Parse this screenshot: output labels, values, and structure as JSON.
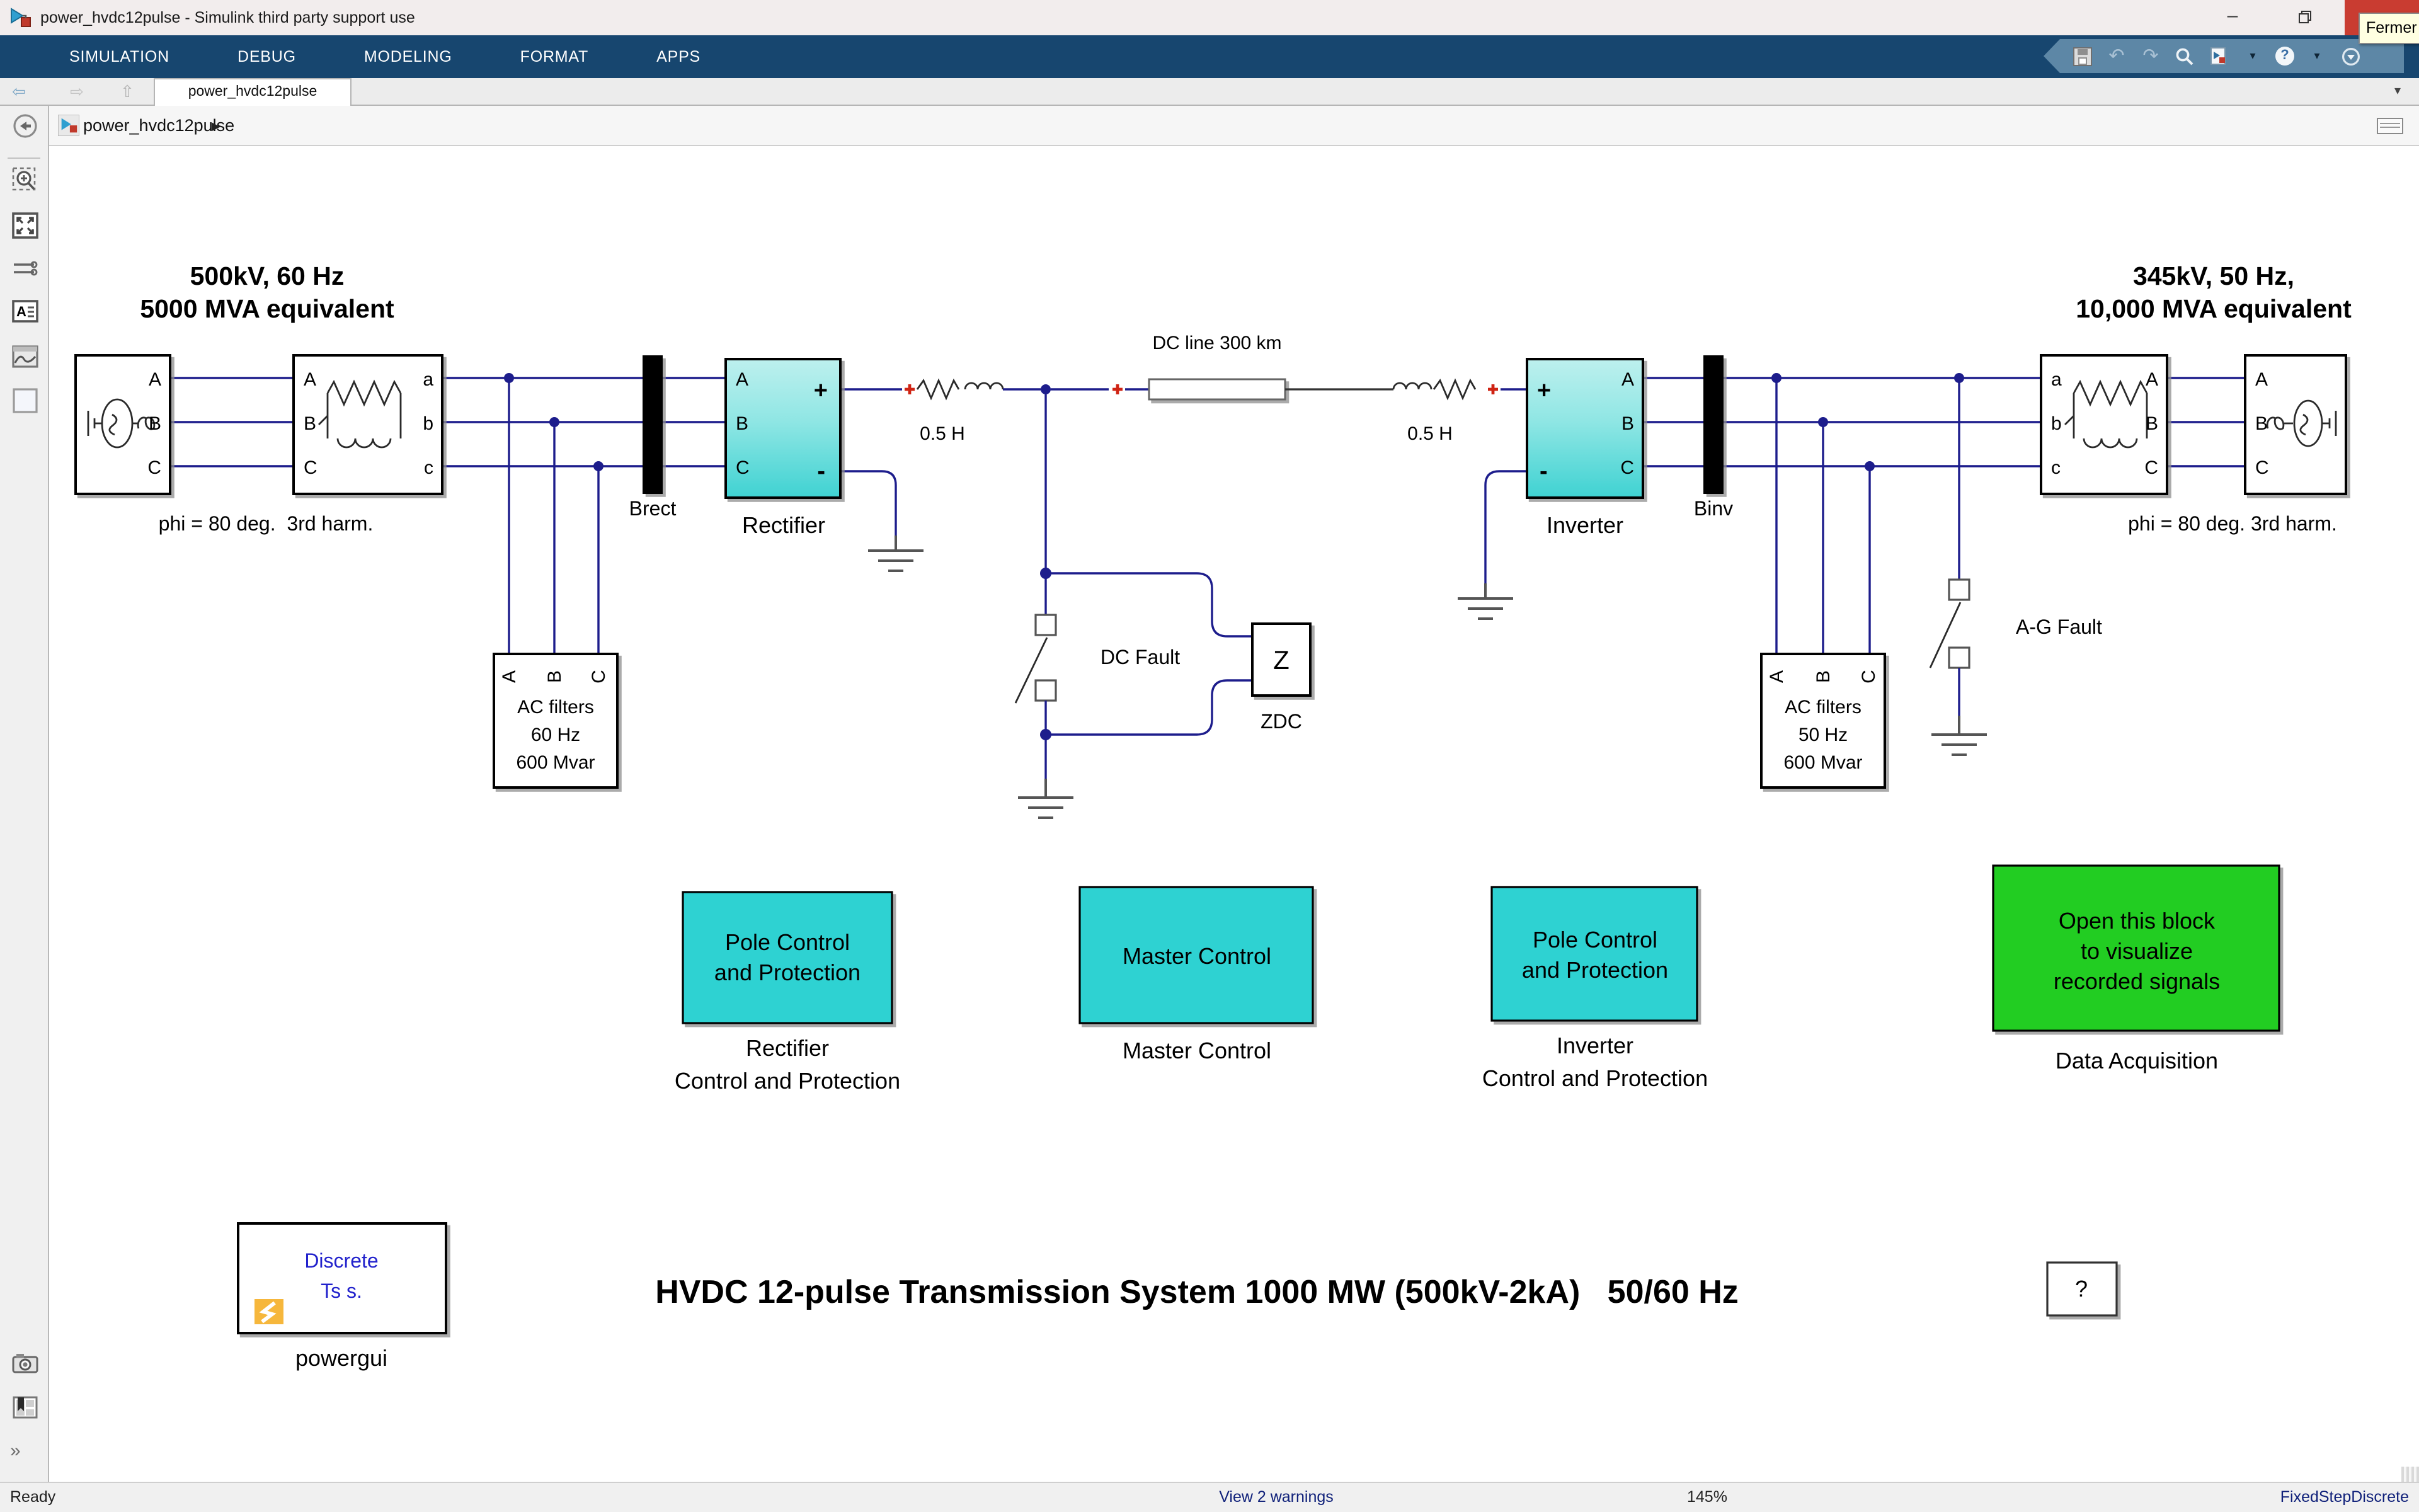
{
  "window": {
    "title": "power_hvdc12pulse - Simulink third party support use",
    "close_tooltip": "Fermer"
  },
  "icons": {
    "minimize": "–",
    "back_arrow": "⇦",
    "forward_arrow": "⇨",
    "up_arrow": "⇧",
    "caret_down": "▾",
    "breadcrumb_chevron": "▶",
    "expand_chevrons": "»",
    "undo": "↶",
    "redo": "↷",
    "help": "?"
  },
  "ribbon": {
    "tabs": [
      {
        "label": "SIMULATION"
      },
      {
        "label": "DEBUG"
      },
      {
        "label": "MODELING"
      },
      {
        "label": "FORMAT"
      },
      {
        "label": "APPS"
      }
    ]
  },
  "nav": {
    "model_tab": "power_hvdc12pulse"
  },
  "breadcrumb": {
    "model": "power_hvdc12pulse"
  },
  "statusbar": {
    "ready": "Ready",
    "warnings_link": "View 2 warnings",
    "zoom_level": "145%",
    "solver": "FixedStepDiscrete"
  },
  "colors": {
    "ribbon_blue": "#17466f",
    "converter_cyan_top": "#bdf0ee",
    "converter_cyan_bottom": "#3fd2d2",
    "control_cyan": "#2dd2d2",
    "data_acq_green": "#24cd24",
    "wire_navy": "#1d1d8c",
    "marker_red": "#cf2313",
    "close_red": "#c93c31"
  },
  "diagram": {
    "ports": {
      "A": "A",
      "B": "B",
      "C": "C",
      "a": "a",
      "b": "b",
      "c": "c",
      "plus": "+",
      "minus": "-"
    },
    "left_equivalent": {
      "line1": "500kV, 60 Hz",
      "line2": "5000 MVA equivalent",
      "phi": "phi = 80 deg.  3rd harm."
    },
    "right_equivalent": {
      "line1": "345kV, 50 Hz,",
      "line2": "10,000 MVA equivalent",
      "phi": "phi = 80 deg. 3rd harm."
    },
    "dc_line_label": "DC line 300 km",
    "reactor_label": "0.5 H",
    "blocks": {
      "brect": "Brect",
      "rectifier": "Rectifier",
      "inverter": "Inverter",
      "binv": "Binv",
      "dc_fault": "DC Fault",
      "zdc": "ZDC",
      "zdc_symbol": "Z",
      "ag_fault": "A-G Fault",
      "ac_filters_left": {
        "l1": "AC filters",
        "l2": "60 Hz",
        "l3": "600 Mvar"
      },
      "ac_filters_right": {
        "l1": "AC filters",
        "l2": "50 Hz",
        "l3": "600 Mvar"
      },
      "pole_control": {
        "l1": "Pole Control",
        "l2": "and Protection"
      },
      "rectifier_ctrl_caption": {
        "l1": "Rectifier",
        "l2": "Control and Protection"
      },
      "master_control": "Master Control",
      "master_control_caption": "Master Control",
      "inverter_ctrl_caption": {
        "l1": "Inverter",
        "l2": "Control and Protection"
      },
      "data_acq": {
        "l1": "Open this block",
        "l2": "to visualize",
        "l3": "recorded signals"
      },
      "data_acq_caption": "Data Acquisition",
      "powergui": {
        "l1": "Discrete",
        "l2": "Ts s."
      },
      "powergui_caption": "powergui",
      "help": "?"
    },
    "title": "HVDC 12-pulse Transmission System 1000 MW (500kV-2kA)   50/60 Hz"
  }
}
